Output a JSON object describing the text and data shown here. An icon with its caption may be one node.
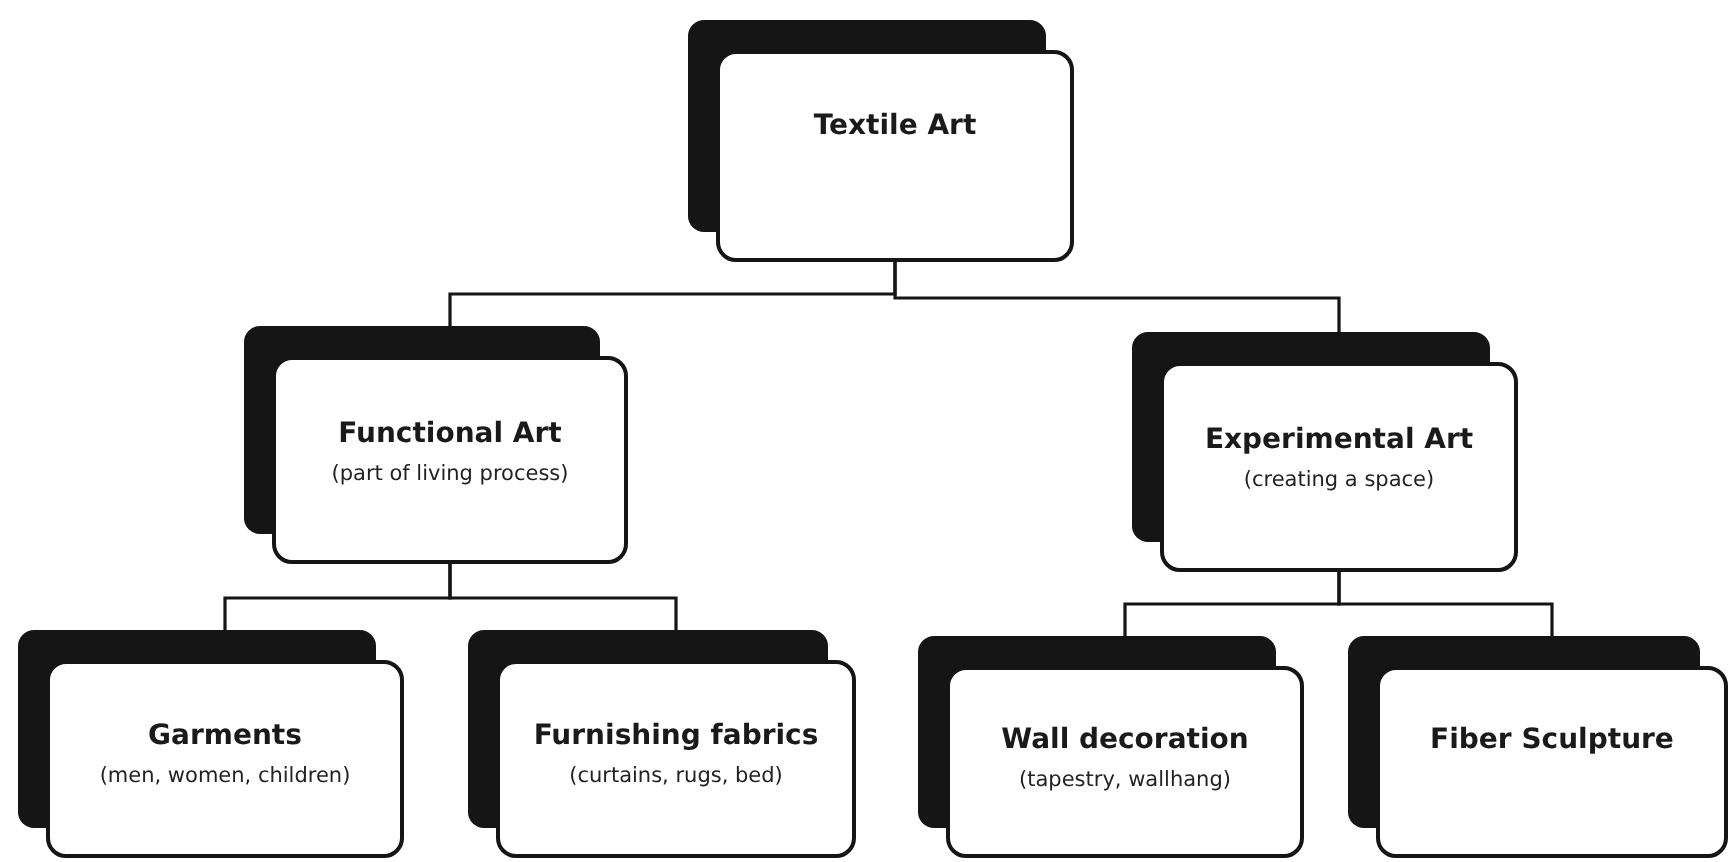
{
  "diagram": {
    "nodes": [
      {
        "text": [
          "Textile Art"
        ]
      },
      {
        "text": [
          "Functional Art",
          "(part of living process)"
        ]
      },
      {
        "text": [
          "Experimental Art",
          "(creating a space)"
        ]
      },
      {
        "text": [
          "Garments",
          "(men, women, children)"
        ]
      },
      {
        "text": [
          "Furnishing fabrics",
          "(curtains, rugs, bed)"
        ]
      },
      {
        "text": [
          "Wall decoration",
          "(tapestry, wallhang)"
        ]
      },
      {
        "text": [
          "Fiber Sculpture"
        ]
      }
    ],
    "edges": [
      {
        "from": 0,
        "to": 1,
        "arrow": "none"
      },
      {
        "from": 0,
        "to": 2,
        "arrow": "none"
      },
      {
        "from": 1,
        "to": 3,
        "arrow": "none"
      },
      {
        "from": 1,
        "to": 4,
        "arrow": "none"
      },
      {
        "from": 2,
        "to": 5,
        "arrow": "none"
      },
      {
        "from": 2,
        "to": 6,
        "arrow": "none"
      }
    ]
  }
}
